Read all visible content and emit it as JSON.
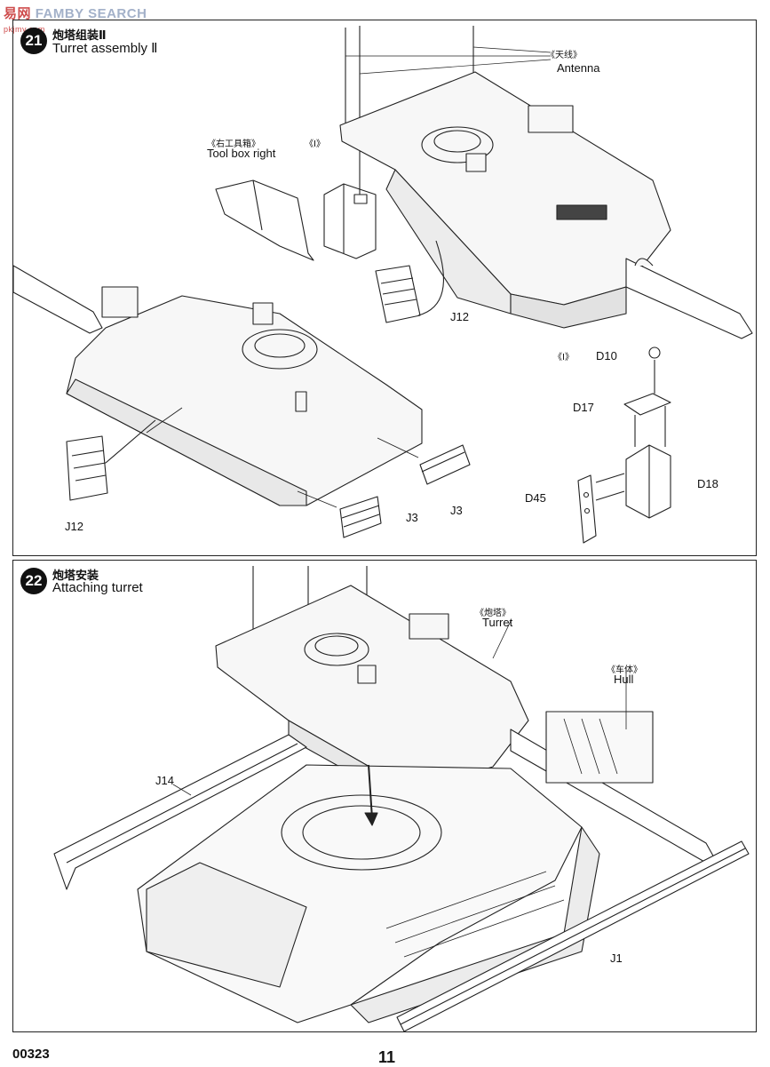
{
  "watermark": {
    "text": "FAMBY SEARCH",
    "site": "易网",
    "sub": "pkjmy.com"
  },
  "step21": {
    "number": "21",
    "title_cn": "炮塔组装Ⅱ",
    "title_en": "Turret assembly Ⅱ",
    "labels": {
      "antenna_cn": "《天线》",
      "antenna_en": "Antenna",
      "toolbox_cn": "《右工具箱》",
      "toolbox_en": "Tool box right",
      "subassy_mark": "《Ⅰ》",
      "subassy_mark2": "《Ⅰ》",
      "j12_a": "J12",
      "j12_b": "J12",
      "j3_a": "J3",
      "j3_b": "J3",
      "d10": "D10",
      "d17": "D17",
      "d18": "D18",
      "d45": "D45"
    }
  },
  "step22": {
    "number": "22",
    "title_cn": "炮塔安装",
    "title_en": "Attaching turret",
    "labels": {
      "turret_cn": "《炮塔》",
      "turret_en": "Turret",
      "hull_cn": "《车体》",
      "hull_en": "Hull",
      "j14": "J14",
      "j1": "J1"
    }
  },
  "footer": {
    "code": "00323",
    "page": "11"
  }
}
